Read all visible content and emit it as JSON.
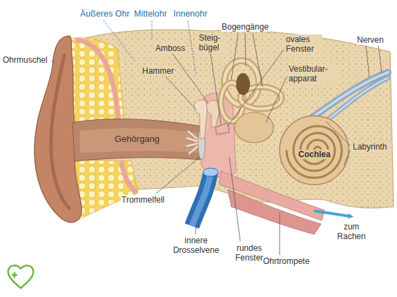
{
  "diagram": {
    "labels": [
      "Äußeres Ohr",
      "Mittelohr",
      "Innenohr",
      "Ohrmuschel",
      "Hammer",
      "Amboss",
      "Steig- bügel",
      "Bogengänge",
      "ovales Fenster",
      "Vestibular- apparat",
      "Nerven",
      "Gehörgang",
      "Cochlea",
      "Labyrinth",
      "Trommelfell",
      "innere Drosselvene",
      "rundes Fenster",
      "Ohrtrompete",
      "zum Rachen"
    ]
  }
}
